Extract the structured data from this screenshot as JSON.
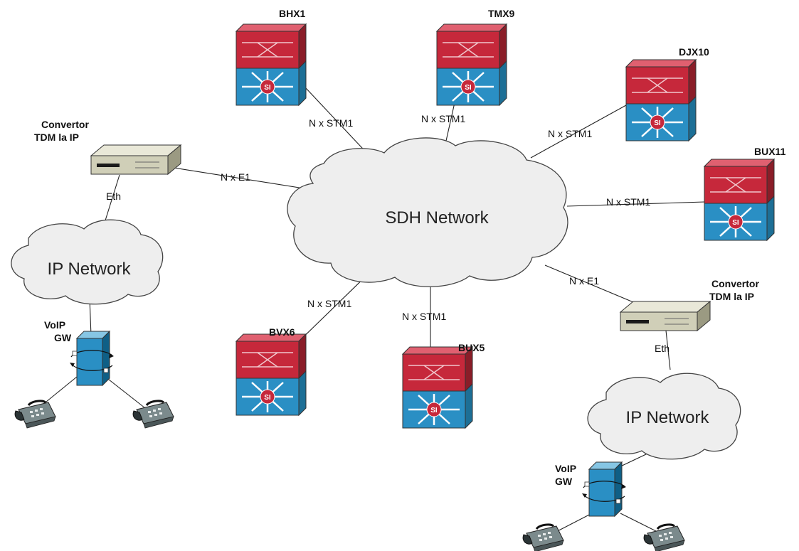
{
  "clouds": {
    "sdh": "SDH Network",
    "ip_left": "IP Network",
    "ip_right": "IP Network"
  },
  "routers": {
    "bhx1": "BHX1",
    "tmx9": "TMX9",
    "djx10": "DJX10",
    "bux11": "BUX11",
    "bvx6": "BVX6",
    "bux5": "BUX5"
  },
  "converters": {
    "left": {
      "line1": "Convertor",
      "line2": "TDM la IP"
    },
    "right": {
      "line1": "Convertor",
      "line2": "TDM la IP"
    }
  },
  "gateways": {
    "left": {
      "line1": "VoIP",
      "line2": "GW"
    },
    "right": {
      "line1": "VoIP",
      "line2": "GW"
    }
  },
  "links": {
    "bhx1": "N x STM1",
    "tmx9": "N x STM1",
    "djx10": "N x STM1",
    "bux11": "N x STM1",
    "bvx6": "N x STM1",
    "bux5": "N x STM1",
    "conv_left": "N x E1",
    "conv_right": "N x E1",
    "eth_left": "Eth",
    "eth_right": "Eth"
  },
  "router_icon_label": "SI"
}
